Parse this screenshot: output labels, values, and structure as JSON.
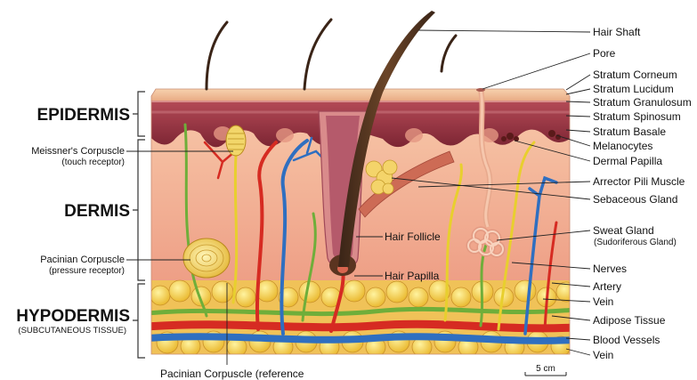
{
  "layers": {
    "epidermis": "EPIDERMIS",
    "dermis": "DERMIS",
    "hypodermis": "HYPODERMIS",
    "hypodermis_sub": "(SUBCUTANEOUS TISSUE)"
  },
  "left_labels": {
    "meissner": "Meissner's Corpuscle",
    "meissner_sub": "(touch receptor)",
    "pacinian": "Pacinian Corpuscle",
    "pacinian_sub": "(pressure receptor)",
    "pacinian_bottom": "Pacinian Corpuscle (reference"
  },
  "inner_labels": {
    "hair_follicle": "Hair Follicle",
    "hair_papilla": "Hair Papilla"
  },
  "right_labels": [
    "Hair Shaft",
    "Pore",
    "Stratum Corneum",
    "Stratum Lucidum",
    "Stratum Granulosum",
    "Stratum Spinosum",
    "Stratum Basale",
    "Melanocytes",
    "Dermal Papilla",
    "Arrector Pili Muscle",
    "Sebaceous Gland",
    "Sweat Gland",
    "(Sudoriferous Gland)",
    "Nerves",
    "Artery",
    "Vein",
    "Adipose Tissue",
    "Blood Vessels",
    "Vein"
  ],
  "scale_bar": "5 cm",
  "colors": {
    "skin_top": "#f3c39a",
    "epidermis": "#8e2f3c",
    "dermis": "#f2b59a",
    "adipose": "#f6d54a",
    "artery": "#d62b22",
    "vein": "#2f6fc0",
    "nerve": "#e8cf2e",
    "nerve_green": "#6fae3a"
  }
}
